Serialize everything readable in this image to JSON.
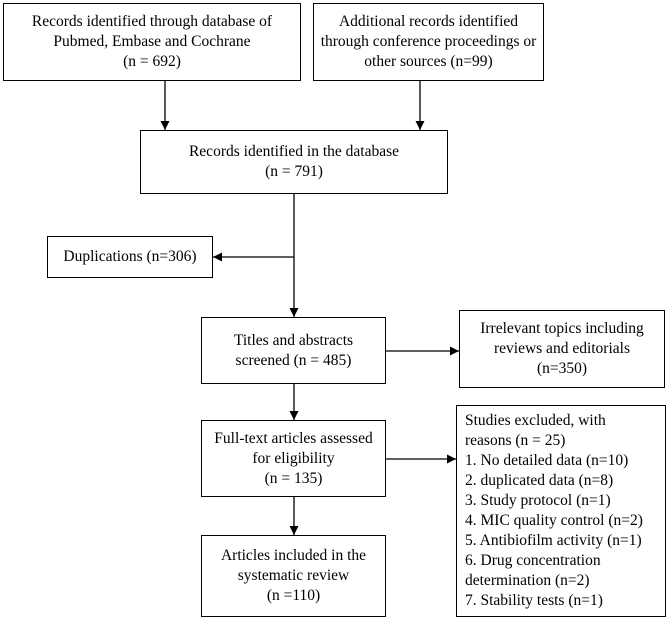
{
  "boxes": {
    "db_records": {
      "lines": [
        "Records identified through database of",
        "Pubmed, Embase and Cochrane",
        "(n = 692)"
      ]
    },
    "additional_records": {
      "lines": [
        "Additional records identified",
        "through conference proceedings or",
        "other sources (n=99)"
      ]
    },
    "records_in_db": {
      "lines": [
        "Records identified in the database",
        "(n = 791)"
      ]
    },
    "duplications": {
      "lines": [
        "Duplications (n=306)"
      ]
    },
    "screened": {
      "lines": [
        "Titles and abstracts",
        "screened (n = 485)"
      ]
    },
    "irrelevant": {
      "lines": [
        "Irrelevant topics including",
        "reviews and editorials",
        "(n=350)"
      ]
    },
    "full_text": {
      "lines": [
        "Full-text articles assessed",
        "for eligibility",
        "(n = 135)"
      ]
    },
    "excluded": {
      "lines": [
        "Studies excluded, with",
        "reasons (n = 25)",
        "1. No detailed data (n=10)",
        "2. duplicated data (n=8)",
        "3. Study protocol (n=1)",
        "4. MIC quality control (n=2)",
        "5. Antibiofilm activity (n=1)",
        "6. Drug concentration",
        "determination (n=2)",
        "7. Stability tests (n=1)"
      ]
    },
    "included": {
      "lines": [
        "Articles included in the",
        "systematic review",
        "(n =110)"
      ]
    }
  }
}
